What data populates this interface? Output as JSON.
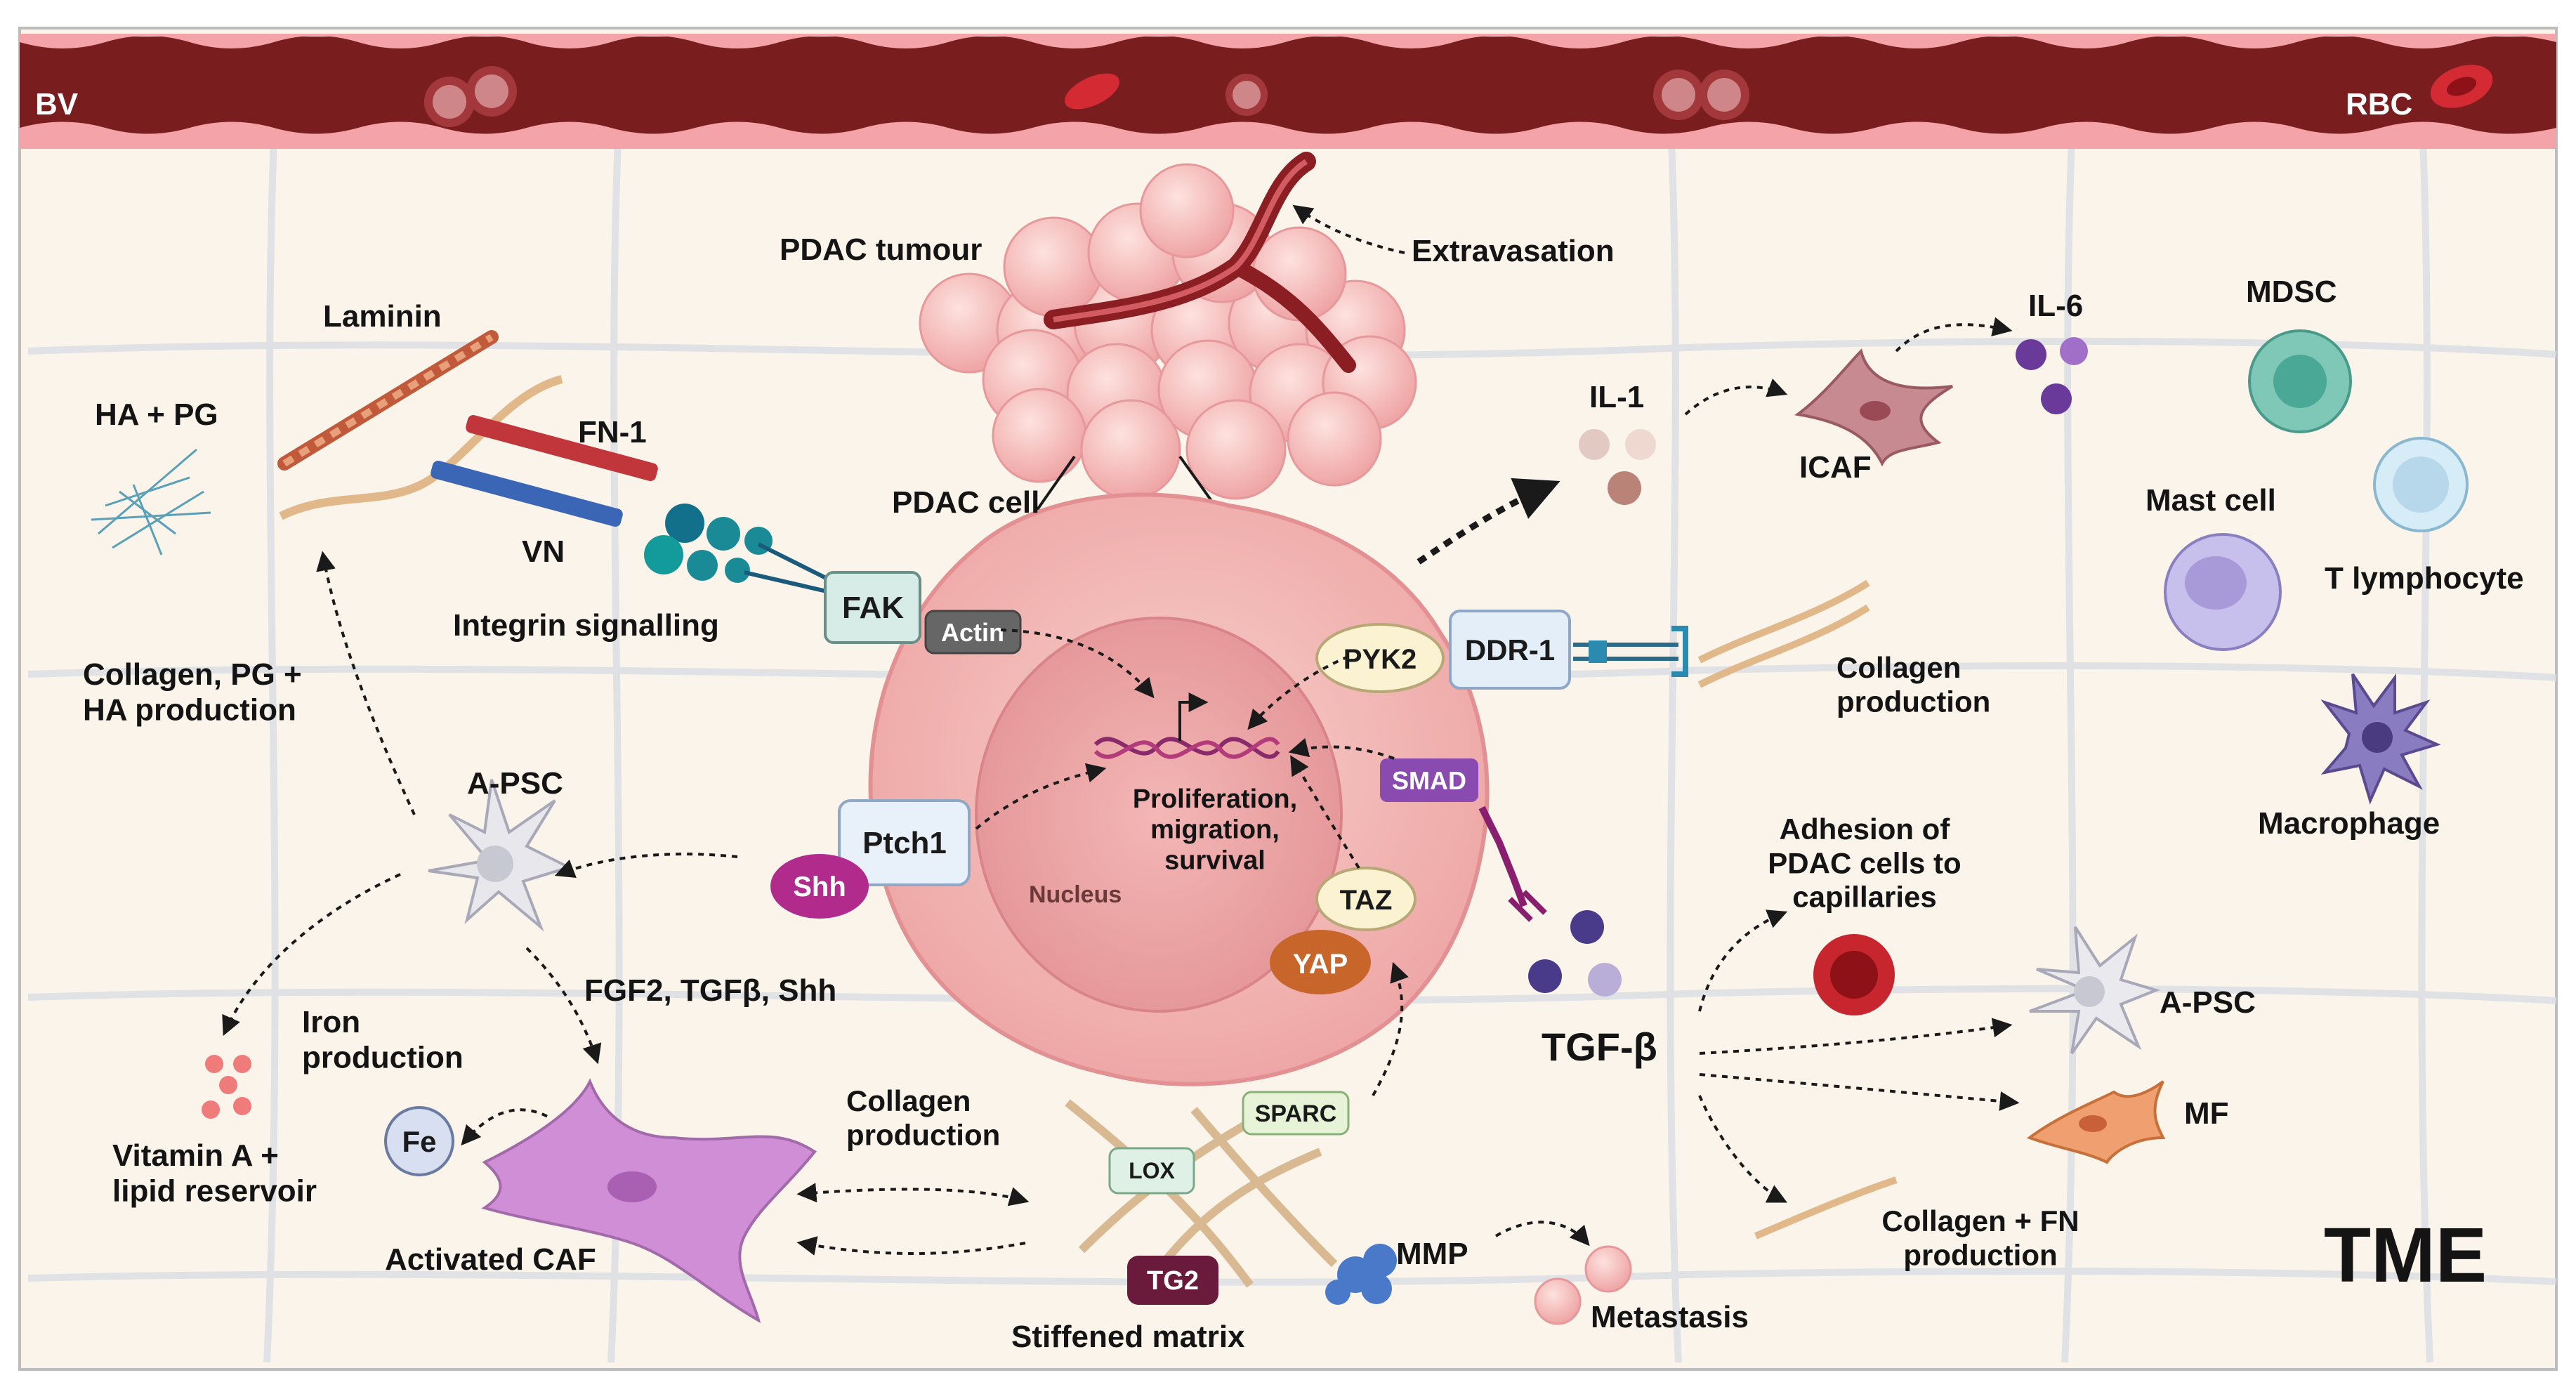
{
  "colors": {
    "vessel": "#7a1d1f",
    "vessel_light": "#f4a3a8",
    "background": "#fbf4ea",
    "cell_pink": "#f4b8b6",
    "nucleus": "#eda2a4",
    "caf_purple": "#c77fd0",
    "shh_magenta": "#b02b8c",
    "yap_orange": "#c8652a",
    "taz_cream": "#fbf2d2",
    "box_blue": "#e3eef8",
    "box_teal": "#d7ece7",
    "actin_gray": "#666666",
    "smad_purple": "#8a4bb0",
    "tg2_maroon": "#6a1a3a",
    "lox_mint": "#dff1e6",
    "sparc_green": "#e6f3d6",
    "mmp_blue": "#4a79c9"
  },
  "vessel": {
    "left_label": "BV",
    "right_label": "RBC"
  },
  "tumour": {
    "label": "PDAC tumour",
    "extravasation": "Extravasation"
  },
  "cell": {
    "label": "PDAC cell",
    "nucleus": "Nucleus",
    "dna_text": "Proliferation,\nmigration,\nsurvival"
  },
  "integrin": {
    "laminin": "Laminin",
    "ha_pg": "HA + PG",
    "fn1": "FN-1",
    "vn": "VN",
    "title": "Integrin signalling",
    "fak": "FAK",
    "actin": "Actin"
  },
  "left": {
    "collagen_prod": "Collagen, PG +\nHA production",
    "apsc": "A-PSC",
    "iron": "Iron\nproduction",
    "fe": "Fe",
    "vitamin": "Vitamin A +\nlipid reservoir",
    "caf": "Activated CAF",
    "fgf": "FGF2, TGFβ, Shh",
    "ptch1": "Ptch1",
    "shh": "Shh"
  },
  "matrix": {
    "collagen_prod": "Collagen\nproduction",
    "lox": "LOX",
    "sparc": "SPARC",
    "tg2": "TG2",
    "stiffened": "Stiffened matrix",
    "mmp": "MMP",
    "metastasis": "Metastasis"
  },
  "signalling": {
    "taz": "TAZ",
    "yap": "YAP",
    "smad": "SMAD",
    "pyk2": "PYK2",
    "ddr1": "DDR-1",
    "collagen_prod": "Collagen\nproduction"
  },
  "right": {
    "il1": "IL-1",
    "icaf": "ICAF",
    "il6": "IL-6",
    "mdsc": "MDSC",
    "mast": "Mast cell",
    "tlym": "T lymphocyte",
    "macro": "Macrophage",
    "adhesion": "Adhesion of\nPDAC cells to\ncapillaries",
    "tgfb": "TGF-β",
    "apsc": "A-PSC",
    "mf": "MF",
    "collagen_fn": "Collagen + FN\nproduction",
    "tme": "TME"
  }
}
